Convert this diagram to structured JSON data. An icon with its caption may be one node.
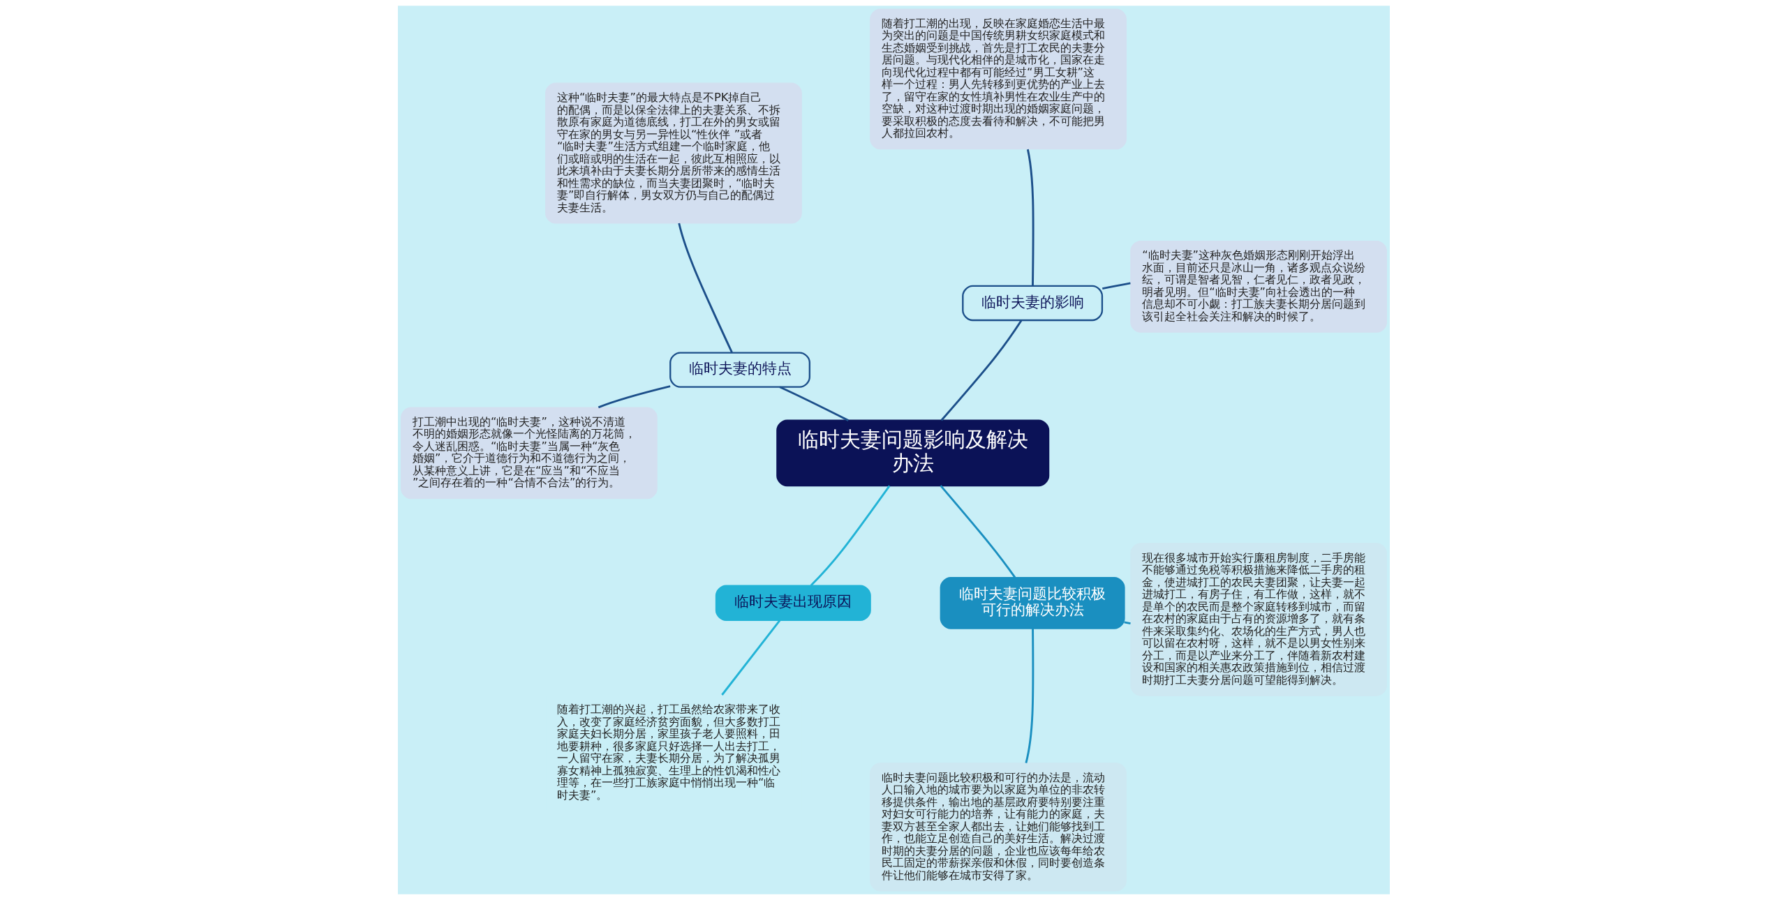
{
  "diagram": {
    "nodes": [
      {
        "text": [
          "临时夫妻问题影响及解决办法"
        ]
      },
      {
        "text": [
          "临时夫妻的影响"
        ]
      },
      {
        "text": [
          "“临时夫妻”这种灰色婚姻形态刚刚开始浮出水面，目前还只是冰山一角，诸多观点众说纷纭，可谓是智者见智，仁者见仁，政者见政，明者见明。但“临时夫妻”向社会透出的一种信息却不可小觑：打工族夫妻长期分居问题到该引起全社会关注和解决的时候了。"
        ]
      },
      {
        "text": [
          "随着打工潮的出现，反映在家庭婚恋生活中最为突出的问题是中国传统男耕女织家庭模式和生态婚姻受到挑战，首先是打工农民的夫妻分居问题。与现代化相伴的是城市化，国家在走向现代化过程中都有可能经过“男工女耕”这样一个过程：男人先转移到更优势的产业上去了，留守在家的女性填补男性在农业生产中的空缺，对这种过渡时期出现的婚姻家庭问题，要采取积极的态度去看待和解决，不可能把男人都拉回农村。"
        ]
      },
      {
        "text": [
          "临时夫妻的特点"
        ]
      },
      {
        "text": [
          "这种“临时夫妻”的最大特点是不PK掉自己的配偶，而是以保全法律上的夫妻关系、不拆散原有家庭为道德底线，打工在外的男女或留守在家的男女与另一异性以“性伙伴 ”或者“临时夫妻”生活方式组建一个临时家庭，他们或暗或明的生活在一起，彼此互相照应，以此来填补由于夫妻长期分居所带来的感情生活和性需求的缺位，而当夫妻团聚时，“临时夫妻”即自行解体，男女双方仍与自己的配偶过夫妻生活。"
        ]
      },
      {
        "text": [
          "打工潮中出现的“临时夫妻”，这种说不清道不明的婚姻形态就像一个光怪陆离的万花筒，令人迷乱困惑。“临时夫妻”当属一种“灰色婚姻”，它介于道德行为和不道德行为之间，从某种意义上讲，它是在“应当”和“不应当”之间存在着的一种“合情不合法”的行为。"
        ]
      },
      {
        "text": [
          "临时夫妻出现原因"
        ]
      },
      {
        "text": [
          "随着打工潮的兴起，打工虽然给农家带来了收入，改变了家庭经济贫穷面貌，但大多数打工家庭夫妇长期分居，家里孩子老人要照料，田地要耕种，很多家庭只好选择一人出去打工，一人留守在家，夫妻长期分居，为了解决孤男寡女精神上孤独寂寞、生理上的性饥渴和性心理等，在一些打工族家庭中悄悄出现一种“临时夫妻”。"
        ]
      },
      {
        "text": [
          "临时夫妻问题比较积极可行的解决办法"
        ]
      },
      {
        "text": [
          "临时夫妻问题比较积极和可行的办法是，流动人口输入地的城市要为以家庭为单位的非农转移提供条件，输出地的基层政府要特别要注重对妇女可行能力的培养，让有能力的家庭，夫妻双方甚至全家人都出去，让她们能够找到工作，也能立足创造自己的美好生活。解决过渡时期的夫妻分居的问题，企业也应该每年给农民工固定的带薪探亲假和休假，同时要创造条件让他们能够在城市安得了家。"
        ]
      },
      {
        "text": [
          "现在很多城市开始实行廉租房制度，二手房能不能够通过免税等积极措施来降低二手房的租金，使进城打工的农民夫妻团聚，让夫妻一起进城打工，有房子住，有工作做，这样，就不是单个的农民而是整个家庭转移到城市，而留在农村的家庭由于占有的资源增多了，就有条件来采取集约化、农场化的生产方式，男人也可以留在农村呀，这样，就不是以男女性别来分工，而是以产业来分工了，伴随着新农村建设和国家的相关惠农政策措施到位，相信过渡时期打工夫妻分居问题可望能得到解决。"
        ]
      }
    ],
    "edges": [
      {
        "from": 0,
        "to": 1,
        "arrow": "none"
      },
      {
        "from": 1,
        "to": 2,
        "arrow": "none"
      },
      {
        "from": 1,
        "to": 3,
        "arrow": "none"
      },
      {
        "from": 0,
        "to": 4,
        "arrow": "none"
      },
      {
        "from": 4,
        "to": 5,
        "arrow": "none"
      },
      {
        "from": 4,
        "to": 6,
        "arrow": "none"
      },
      {
        "from": 0,
        "to": 7,
        "arrow": "none",
        "color": "#22b3d6"
      },
      {
        "from": 7,
        "to": 8,
        "arrow": "none",
        "color": "#22b3d6"
      },
      {
        "from": 0,
        "to": 9,
        "arrow": "none",
        "color": "#1a8fc0"
      },
      {
        "from": 9,
        "to": 10,
        "arrow": "none",
        "color": "#1a8fc0"
      },
      {
        "from": 9,
        "to": 11,
        "arrow": "none",
        "color": "#1a8fc0"
      }
    ]
  }
}
